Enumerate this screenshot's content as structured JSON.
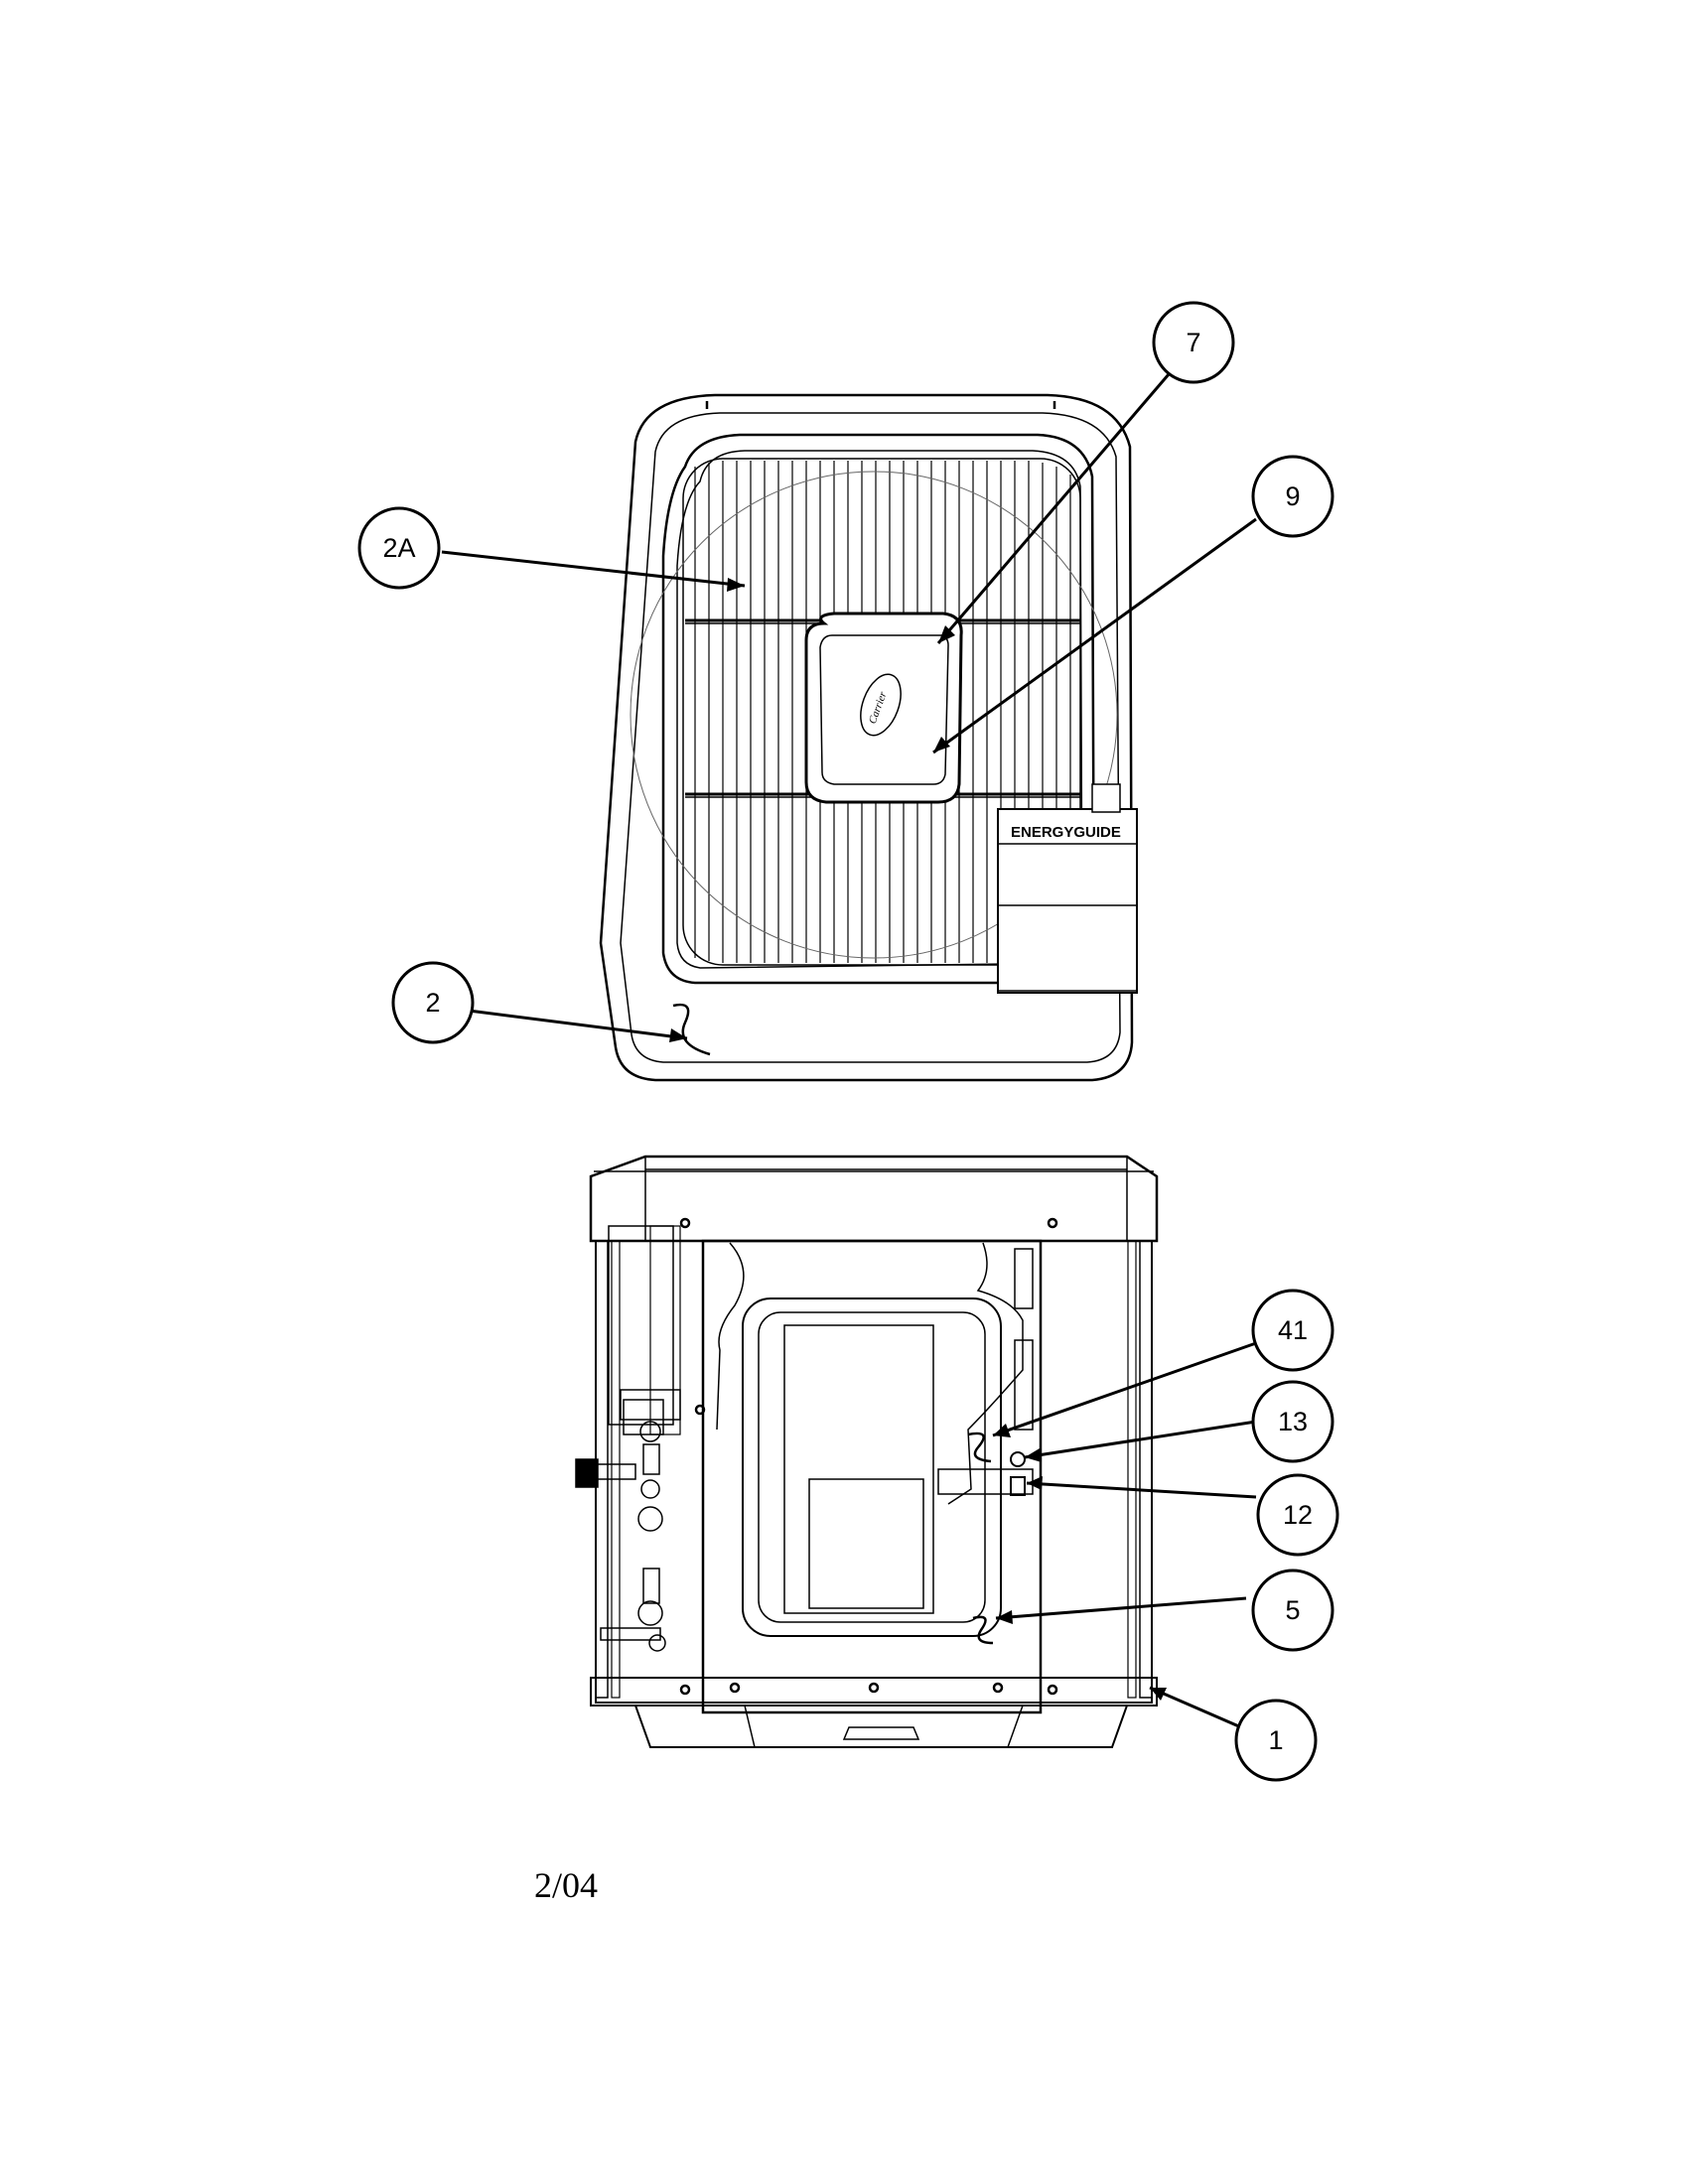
{
  "callouts": [
    {
      "id": "7",
      "label": "7"
    },
    {
      "id": "9",
      "label": "9"
    },
    {
      "id": "2A",
      "label": "2A"
    },
    {
      "id": "2",
      "label": "2"
    },
    {
      "id": "41",
      "label": "41"
    },
    {
      "id": "13",
      "label": "13"
    },
    {
      "id": "12",
      "label": "12"
    },
    {
      "id": "5",
      "label": "5"
    },
    {
      "id": "1",
      "label": "1"
    }
  ],
  "logo_text": "Carrier",
  "energy_label": "ENERGYGUIDE",
  "footer": {
    "date": "2/04"
  },
  "colors": {
    "line": "#000000",
    "background": "#ffffff"
  }
}
